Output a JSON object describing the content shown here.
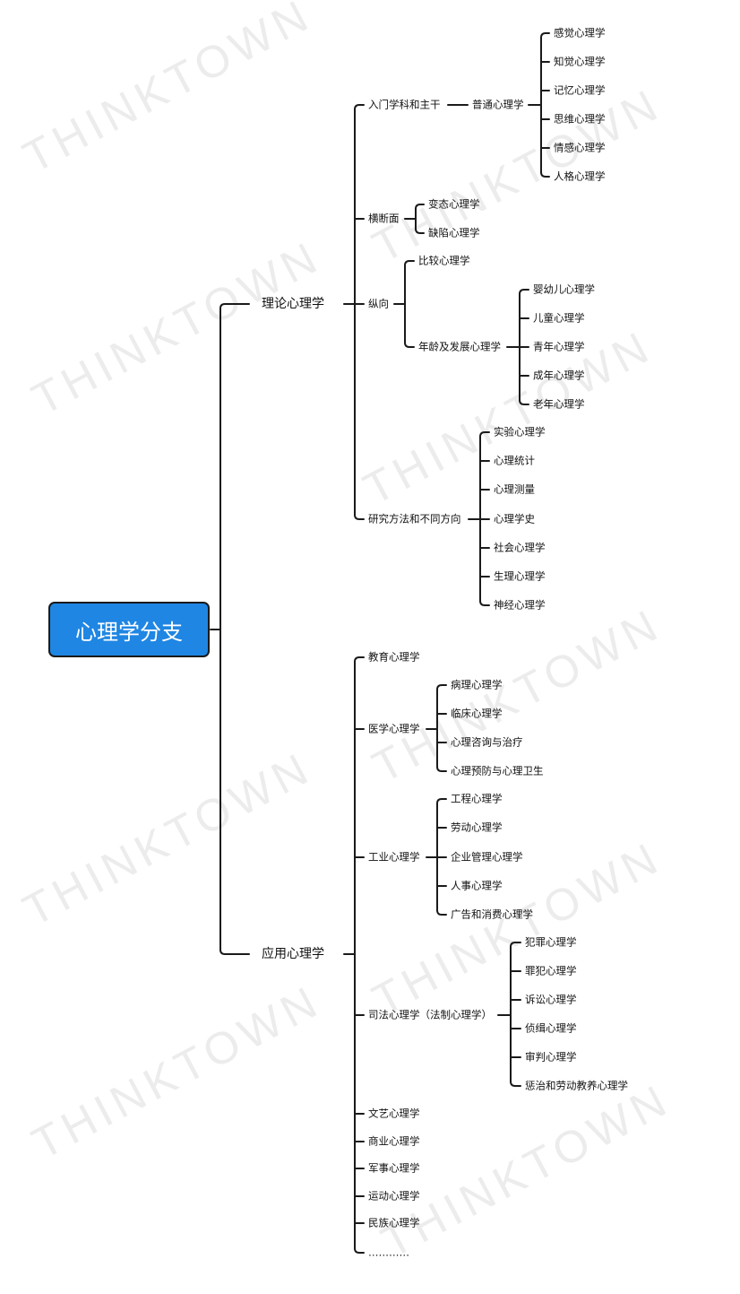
{
  "watermark": "THINKTOWN",
  "root": "心理学分支",
  "branches": [
    {
      "label": "理论心理学",
      "children": [
        {
          "label": "入门学科和主干",
          "children": [
            {
              "label": "普通心理学",
              "children": [
                {
                  "label": "感觉心理学"
                },
                {
                  "label": "知觉心理学"
                },
                {
                  "label": "记忆心理学"
                },
                {
                  "label": "思维心理学"
                },
                {
                  "label": "情感心理学"
                },
                {
                  "label": "人格心理学"
                }
              ]
            }
          ]
        },
        {
          "label": "横断面",
          "children": [
            {
              "label": "变态心理学"
            },
            {
              "label": "缺陷心理学"
            }
          ]
        },
        {
          "label": "纵向",
          "children": [
            {
              "label": "比较心理学"
            },
            {
              "label": "年龄及发展心理学",
              "children": [
                {
                  "label": "婴幼儿心理学"
                },
                {
                  "label": "儿童心理学"
                },
                {
                  "label": "青年心理学"
                },
                {
                  "label": "成年心理学"
                },
                {
                  "label": "老年心理学"
                }
              ]
            }
          ]
        },
        {
          "label": "研究方法和不同方向",
          "children": [
            {
              "label": "实验心理学"
            },
            {
              "label": "心理统计"
            },
            {
              "label": "心理测量"
            },
            {
              "label": "心理学史"
            },
            {
              "label": "社会心理学"
            },
            {
              "label": "生理心理学"
            },
            {
              "label": "神经心理学"
            }
          ]
        }
      ]
    },
    {
      "label": "应用心理学",
      "children": [
        {
          "label": "教育心理学"
        },
        {
          "label": "医学心理学",
          "children": [
            {
              "label": "病理心理学"
            },
            {
              "label": "临床心理学"
            },
            {
              "label": "心理咨询与治疗"
            },
            {
              "label": "心理预防与心理卫生"
            }
          ]
        },
        {
          "label": "工业心理学",
          "children": [
            {
              "label": "工程心理学"
            },
            {
              "label": "劳动心理学"
            },
            {
              "label": "企业管理心理学"
            },
            {
              "label": "人事心理学"
            },
            {
              "label": "广告和消费心理学"
            }
          ]
        },
        {
          "label": "司法心理学（法制心理学）",
          "children": [
            {
              "label": "犯罪心理学"
            },
            {
              "label": "罪犯心理学"
            },
            {
              "label": "诉讼心理学"
            },
            {
              "label": "侦缉心理学"
            },
            {
              "label": "审判心理学"
            },
            {
              "label": "惩治和劳动教养心理学"
            }
          ]
        },
        {
          "label": "文艺心理学"
        },
        {
          "label": "商业心理学"
        },
        {
          "label": "军事心理学"
        },
        {
          "label": "运动心理学"
        },
        {
          "label": "民族心理学"
        },
        {
          "label": "…………"
        }
      ]
    }
  ]
}
